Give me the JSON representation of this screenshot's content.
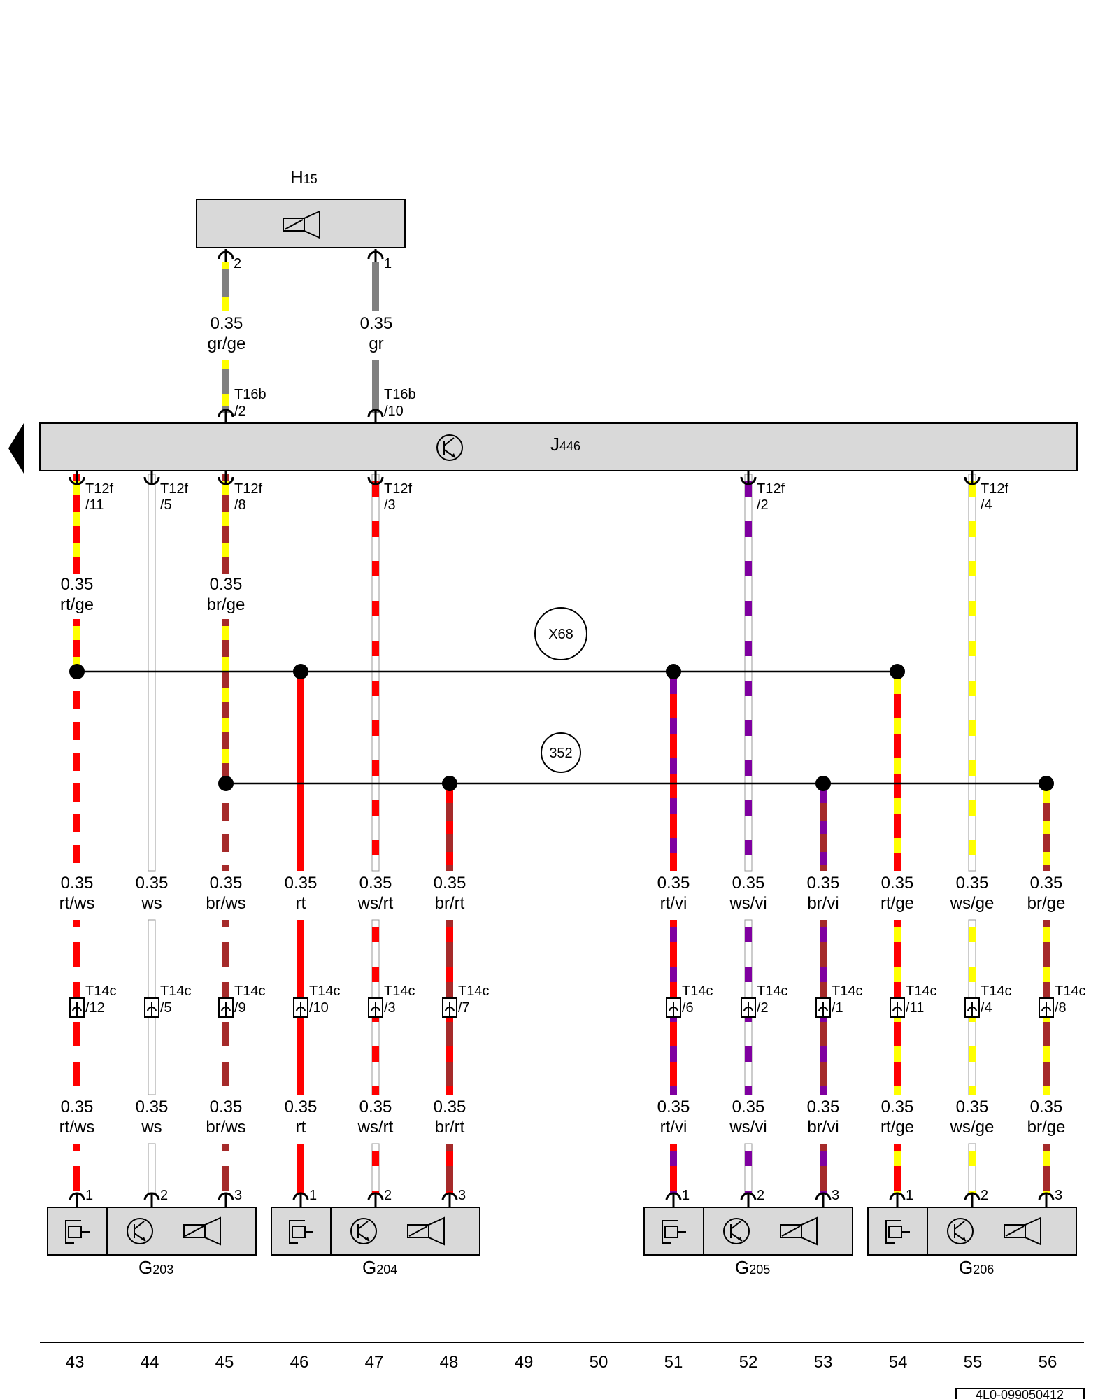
{
  "components": {
    "h15": {
      "label": "H15",
      "base": "H",
      "sub": "15"
    },
    "j446": {
      "label": "J446",
      "base": "J",
      "sub": "446"
    },
    "g203": {
      "base": "G",
      "sub": "203"
    },
    "g204": {
      "base": "G",
      "sub": "204"
    },
    "g205": {
      "base": "G",
      "sub": "205"
    },
    "g206": {
      "base": "G",
      "sub": "206"
    }
  },
  "top_wires": [
    {
      "pin": "2",
      "size": "0.35",
      "color": "gr/ge",
      "conn": "T16b",
      "conn_pin": "/2",
      "base": "#808080",
      "stripe": "#ffff00"
    },
    {
      "pin": "1",
      "size": "0.35",
      "color": "gr",
      "conn": "T16b",
      "conn_pin": "/10",
      "base": "#808080",
      "stripe": null
    }
  ],
  "buses": [
    {
      "id": "X68"
    },
    {
      "id": "352"
    }
  ],
  "j446_outputs": [
    {
      "conn": "T12f",
      "pin": "/11",
      "size": "0.35",
      "color": "rt/ge"
    },
    {
      "conn": "T12f",
      "pin": "/5"
    },
    {
      "conn": "T12f",
      "pin": "/8",
      "size": "0.35",
      "color": "br/ge"
    },
    {
      "conn": "T12f",
      "pin": "/3"
    },
    {
      "conn": "T12f",
      "pin": "/2"
    },
    {
      "conn": "T12f",
      "pin": "/4"
    }
  ],
  "columns": [
    {
      "size": "0.35",
      "color": "rt/ws",
      "conn": "T14c",
      "pin": "/12",
      "sensor_pin": "1",
      "base": "#ff0000",
      "stripe": "#ffffff"
    },
    {
      "size": "0.35",
      "color": "ws",
      "conn": "T14c",
      "pin": "/5",
      "sensor_pin": "2",
      "base": "#ffffff",
      "stripe": null
    },
    {
      "size": "0.35",
      "color": "br/ws",
      "conn": "T14c",
      "pin": "/9",
      "sensor_pin": "3",
      "base": "#a52a2a",
      "stripe": "#ffffff"
    },
    {
      "size": "0.35",
      "color": "rt",
      "conn": "T14c",
      "pin": "/10",
      "sensor_pin": "1",
      "base": "#ff0000",
      "stripe": null
    },
    {
      "size": "0.35",
      "color": "ws/rt",
      "conn": "T14c",
      "pin": "/3",
      "sensor_pin": "2",
      "base": "#ffffff",
      "stripe": "#ff0000"
    },
    {
      "size": "0.35",
      "color": "br/rt",
      "conn": "T14c",
      "pin": "/7",
      "sensor_pin": "3",
      "base": "#a52a2a",
      "stripe": "#ff0000"
    },
    {
      "size": "0.35",
      "color": "rt/vi",
      "conn": "T14c",
      "pin": "/6",
      "sensor_pin": "1",
      "base": "#ff0000",
      "stripe": "#7f00a0"
    },
    {
      "size": "0.35",
      "color": "ws/vi",
      "conn": "T14c",
      "pin": "/2",
      "sensor_pin": "2",
      "base": "#ffffff",
      "stripe": "#7f00a0"
    },
    {
      "size": "0.35",
      "color": "br/vi",
      "conn": "T14c",
      "pin": "/1",
      "sensor_pin": "3",
      "base": "#a52a2a",
      "stripe": "#7f00a0"
    },
    {
      "size": "0.35",
      "color": "rt/ge",
      "conn": "T14c",
      "pin": "/11",
      "sensor_pin": "1",
      "base": "#ff0000",
      "stripe": "#ffff00"
    },
    {
      "size": "0.35",
      "color": "ws/ge",
      "conn": "T14c",
      "pin": "/4",
      "sensor_pin": "2",
      "base": "#ffffff",
      "stripe": "#ffff00"
    },
    {
      "size": "0.35",
      "color": "br/ge",
      "conn": "T14c",
      "pin": "/8",
      "sensor_pin": "3",
      "base": "#a52a2a",
      "stripe": "#ffff00"
    }
  ],
  "bottom_numbers": [
    "43",
    "44",
    "45",
    "46",
    "47",
    "48",
    "49",
    "50",
    "51",
    "52",
    "53",
    "54",
    "55",
    "56"
  ],
  "doc_id": "4L0-099050412",
  "colors": {
    "component_fill": "#d9d9d9",
    "line": "#000000",
    "rt": "#ff0000",
    "ws": "#ffffff",
    "br": "#a52a2a",
    "ge": "#ffff00",
    "gr": "#808080",
    "vi": "#7f00a0"
  }
}
